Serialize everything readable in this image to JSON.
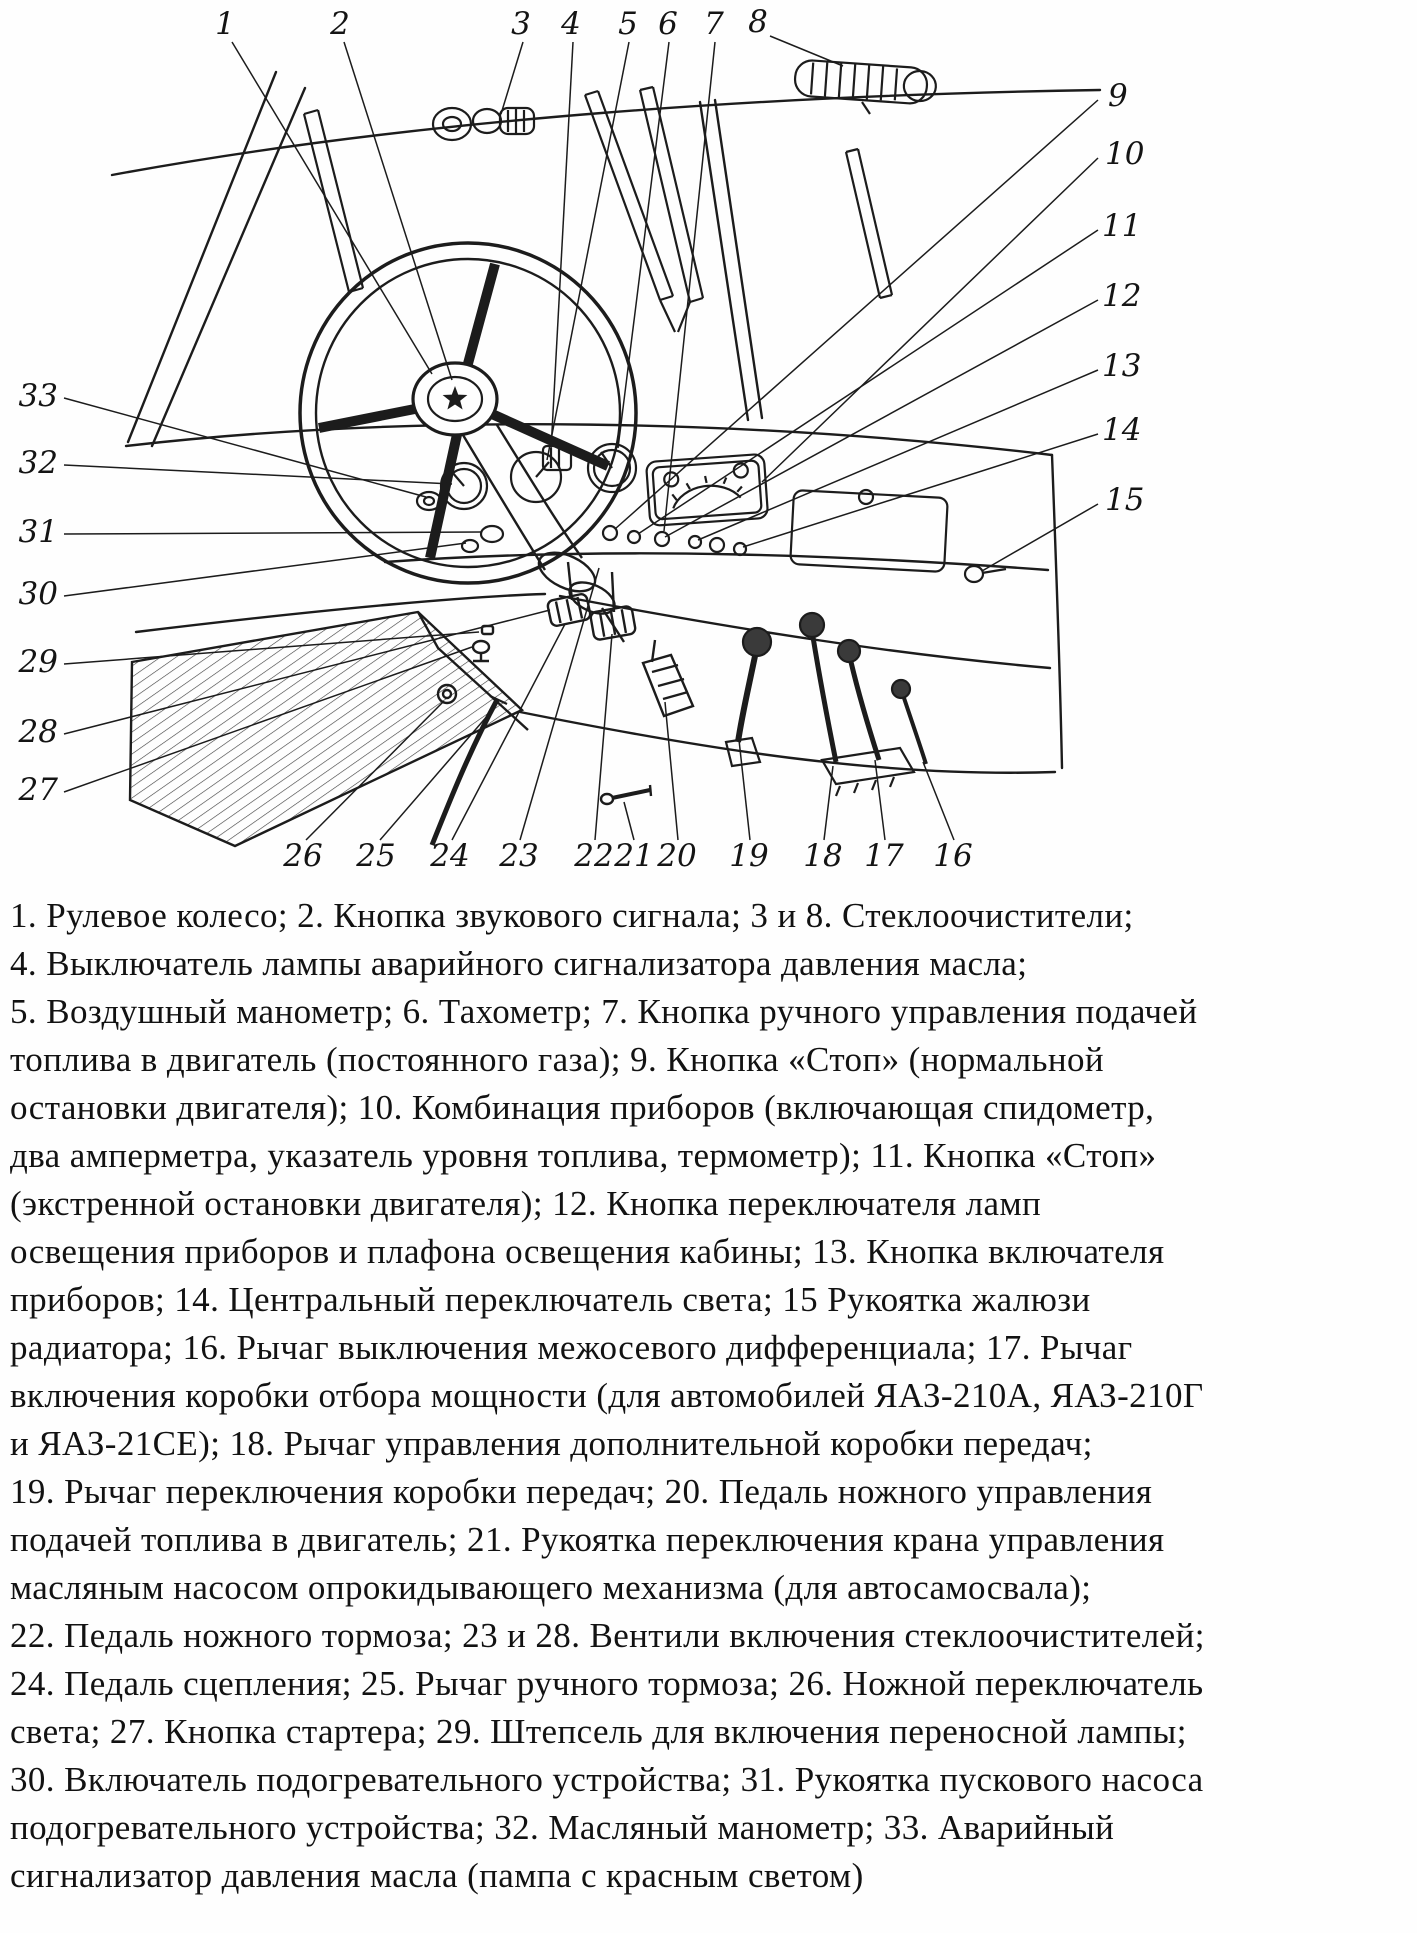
{
  "figure": {
    "description": "Схема органов управления в кабине автомобиля ЯАЗ",
    "callouts": [
      "1",
      "2",
      "3",
      "4",
      "5",
      "6",
      "7",
      "8",
      "9",
      "10",
      "11",
      "12",
      "13",
      "14",
      "15",
      "16",
      "17",
      "18",
      "19",
      "20",
      "21",
      "22",
      "23",
      "24",
      "25",
      "26",
      "27",
      "28",
      "29",
      "30",
      "31",
      "32",
      "33"
    ]
  },
  "legend": {
    "lines": [
      "1. Рулевое колесо; 2. Кнопка звукового сигнала; 3 и 8. Стеклоочистители;",
      "4. Выключатель лампы аварийного сигнализатора давления масла;",
      "5. Воздушный манометр; 6. Тахометр; 7. Кнопка ручного управления подачей",
      "топлива в двигатель (постоянного газа); 9. Кнопка «Стоп» (нормальной",
      "остановки двигателя); 10. Комбинация приборов (включающая спидометр,",
      "два амперметра, указатель уровня топлива, термометр); 11. Кнопка «Стоп»",
      "(экстренной остановки двигателя); 12. Кнопка переключателя ламп",
      "освещения приборов и плафона освещения кабины; 13. Кнопка включателя",
      "приборов; 14. Центральный переключатель света; 15 Рукоятка жалюзи",
      "радиатора; 16. Рычаг выключения межосевого дифференциала; 17. Рычаг",
      "включения коробки отбора мощности (для автомобилей ЯАЗ-210А, ЯАЗ-210Г",
      "и ЯАЗ-21СЕ); 18. Рычаг управления дополнительной коробки передач;",
      "19. Рычаг переключения коробки передач; 20. Педаль ножного управления",
      "подачей топлива в двигатель; 21. Рукоятка переключения крана управления",
      "масляным насосом опрокидывающего механизма (для автосамосвала);",
      "22. Педаль ножного тормоза; 23 и 28. Вентили включения стеклоочистителей;",
      "24. Педаль сцепления; 25. Рычаг ручного тормоза; 26. Ножной переключатель",
      "света; 27. Кнопка стартера; 29. Штепсель для включения переносной лампы;",
      "30. Включатель подогревательного устройства; 31. Рукоятка пускового насоса",
      "подогревательного устройства; 32. Масляный манометр; 33. Аварийный",
      "сигнализатор давления масла (пампа с красным светом)"
    ]
  }
}
